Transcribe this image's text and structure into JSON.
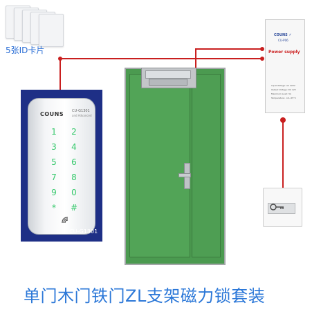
{
  "cards": {
    "label": "5张ID卡片"
  },
  "keypad": {
    "brand": "COUNS",
    "model_small": "CU-G1301",
    "sub_small": "and Advanced",
    "keys": [
      "1",
      "2",
      "3",
      "4",
      "5",
      "6",
      "7",
      "8",
      "9",
      "0",
      "*",
      "#"
    ],
    "model": "CU-G1301",
    "rfid_icon": "rfid-icon"
  },
  "power_supply": {
    "brand": "COUNS ⚡",
    "model": "CU-P06",
    "title": "Power supply",
    "specs": [
      "Input Voltage: AC 220V",
      "Output Voltage: DC 12V",
      "Maximum Load: 3A",
      "Temperature: -10~55°C"
    ]
  },
  "exit_button": {
    "icon": "key-icon"
  },
  "caption": "单门木门铁门ZL支架磁力锁套装",
  "colors": {
    "wire": "#c91f1f",
    "door": "#4b9a50",
    "caption": "#2c78d8",
    "key_glow": "#34c86a"
  }
}
